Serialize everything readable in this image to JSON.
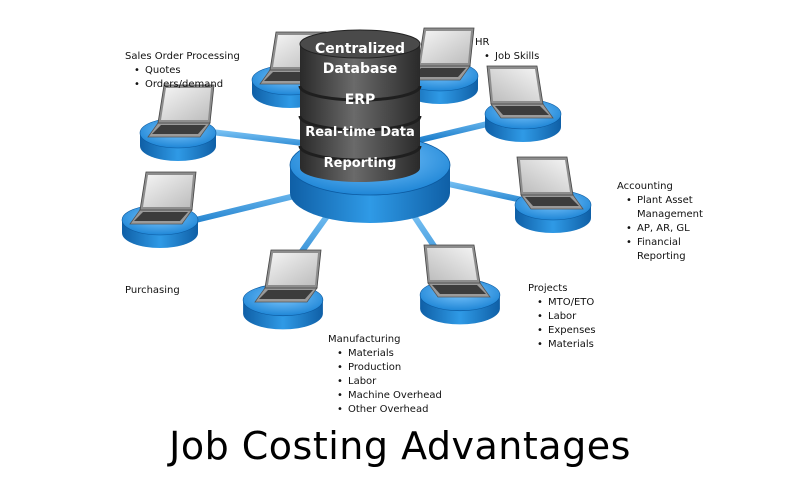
{
  "title": "Job Costing Advantages",
  "database": {
    "layers": [
      "Centralized",
      "Database",
      "ERP",
      "Real-time Data",
      "Reporting"
    ]
  },
  "nodes": {
    "sales": {
      "heading": "Sales Order Processing",
      "items": [
        "Quotes",
        "Orders/demand"
      ]
    },
    "hr": {
      "heading": "HR",
      "items": [
        "Job Skills"
      ]
    },
    "accounting": {
      "heading": "Accounting",
      "items": [
        "Plant Asset",
        "Management",
        "AP, AR, GL",
        "Financial",
        "Reporting"
      ]
    },
    "purchasing": {
      "heading": "Purchasing",
      "items": []
    },
    "projects": {
      "heading": "Projects",
      "items": [
        "MTO/ETO",
        "Labor",
        "Expenses",
        "Materials"
      ]
    },
    "manufacturing": {
      "heading": "Manufacturing",
      "items": [
        "Materials",
        "Production",
        "Labor",
        "Machine Overhead",
        "Other Overhead"
      ]
    }
  },
  "colors": {
    "platform": "#2a8fd8",
    "connector": "#3a9ee4",
    "database": "#3d3d3d",
    "title": "#000000"
  }
}
